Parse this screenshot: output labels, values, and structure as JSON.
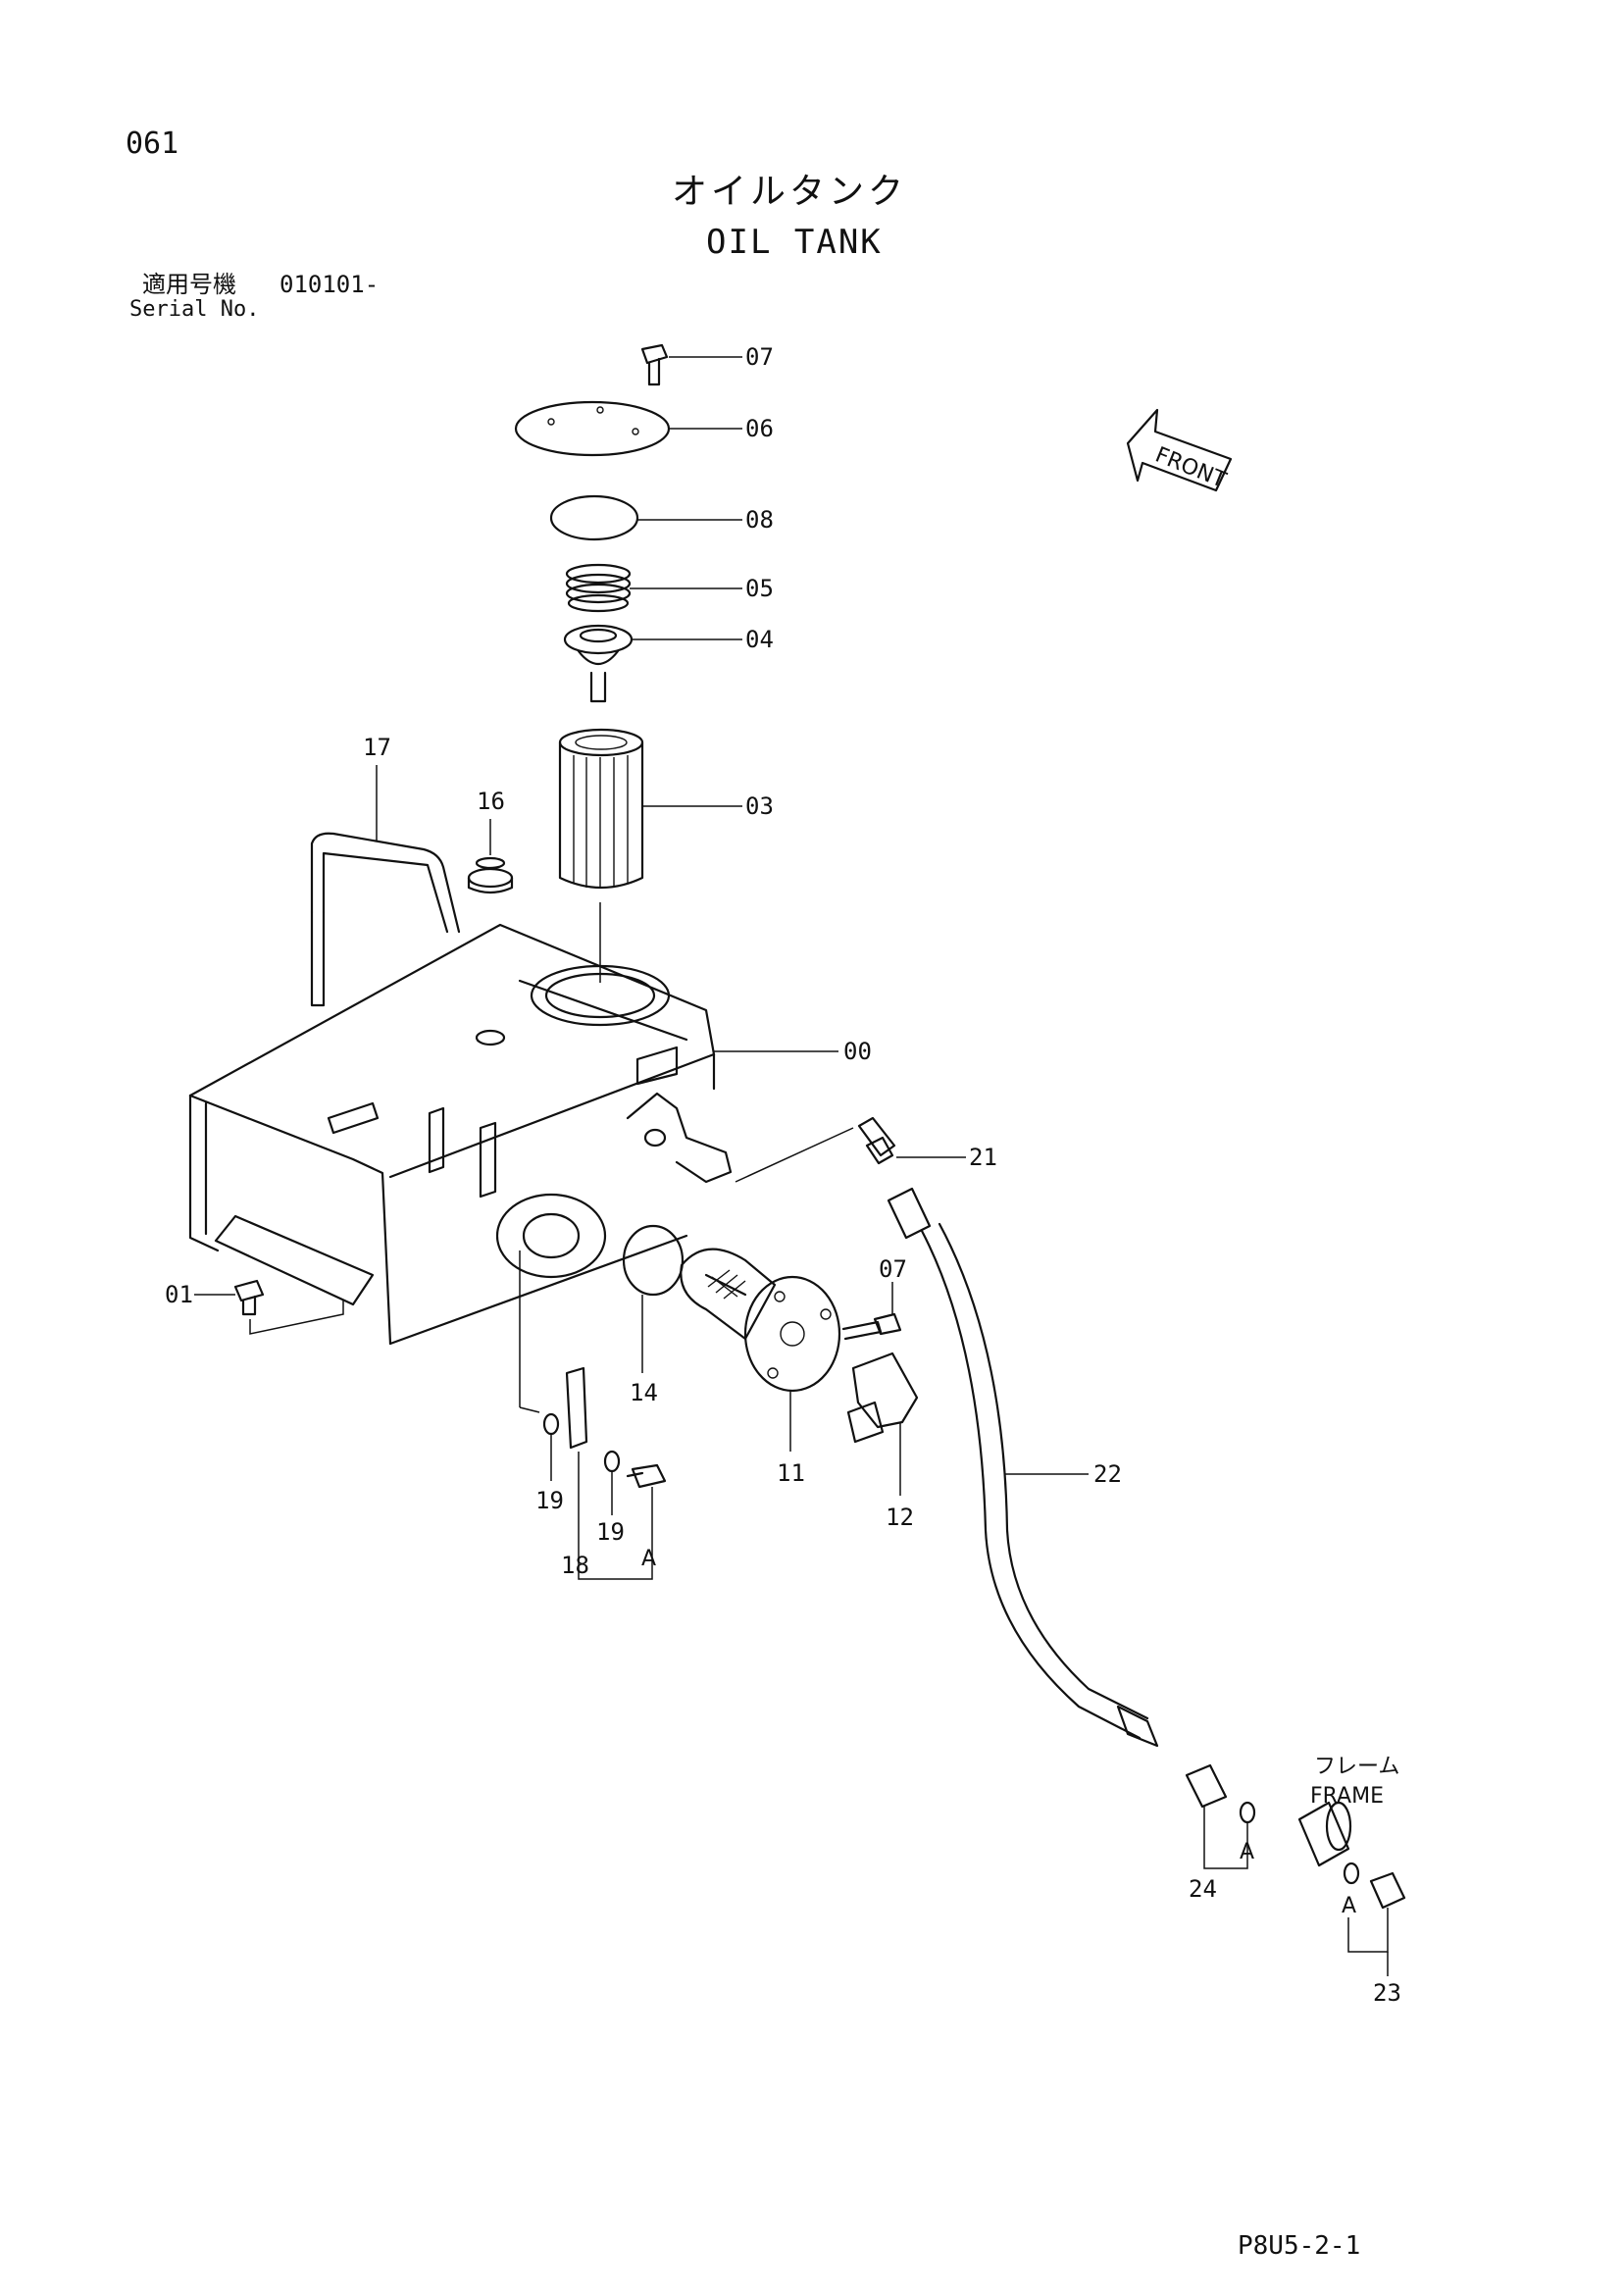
{
  "page": {
    "number": "061",
    "title_jp": "オイルタンク",
    "title_en": "OIL TANK",
    "serial_label_jp": "適用号機",
    "serial_value": "010101-",
    "serial_label_en": "Serial No.",
    "footer_code": "P8U5-2-1"
  },
  "callouts": {
    "p07_top": "07",
    "p06": "06",
    "p08": "08",
    "p05": "05",
    "p04": "04",
    "p03": "03",
    "p17": "17",
    "p16": "16",
    "p00": "00",
    "p21": "21",
    "p01": "01",
    "p07_side": "07",
    "p14": "14",
    "p11": "11",
    "p12": "12",
    "p22": "22",
    "p19_left": "19",
    "p19_right": "19",
    "p18": "18",
    "pA_left": "A",
    "pA_mid": "A",
    "pA_right": "A",
    "p24": "24",
    "p23": "23"
  },
  "front_arrow_label": "FRONT",
  "frame_label_jp": "フレーム",
  "frame_label_en": "FRAME"
}
